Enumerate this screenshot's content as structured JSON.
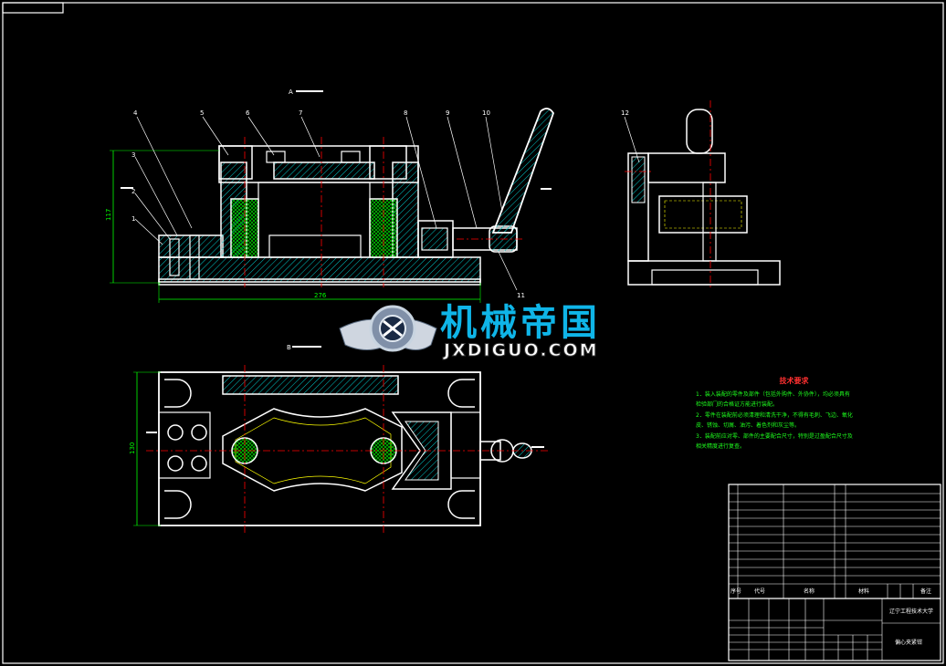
{
  "views": {
    "section_a": "A",
    "section_b": "B"
  },
  "dimensions": {
    "height": "117",
    "length": "276",
    "width": "130"
  },
  "balloons": [
    "1",
    "2",
    "3",
    "4",
    "5",
    "6",
    "7",
    "8",
    "9",
    "10",
    "11",
    "12"
  ],
  "logo": {
    "title": "机械帝国",
    "subtitle": "JXDIGUO.COM"
  },
  "tech_requirements": {
    "title": "技术要求",
    "lines": [
      "1．装入装配的零件及部件（包括外购件、外协件），均必须具有",
      "检验部门的合格证方能进行装配。",
      "2．零件在装配前必须清理和清洗干净，不得有毛刺、飞边、氧化",
      "皮、锈蚀、切屑、油污、着色剂和灰尘等。",
      "3．装配前应对零、部件的主要配合尺寸，特别是过盈配合尺寸及",
      "相关精度进行复查。"
    ]
  },
  "title_block": {
    "headers": {
      "seq": "序号",
      "code": "代号",
      "name": "名称",
      "material": "材料",
      "remark": "备注"
    },
    "school": "辽宁工程技术大学",
    "drawing_name": "偏心夹紧钳"
  },
  "colors": {
    "background": "#000000",
    "outline": "#ffffff",
    "dim": "#00ff00",
    "center": "#ff0000",
    "hatch": "#00c8c8",
    "knurl": "#00c000",
    "logo": "#0fb5e8"
  }
}
